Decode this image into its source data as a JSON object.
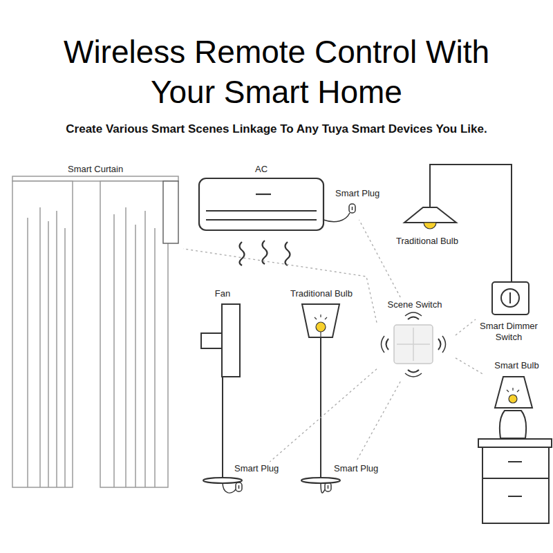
{
  "diagram": {
    "title": "Wireless Remote Control With Your Smart Home",
    "nodes": [
      {
        "text": [
          "Smart Curtain"
        ]
      },
      {
        "text": [
          "AC"
        ]
      },
      {
        "text": [
          "Smart Plug"
        ]
      },
      {
        "text": [
          "Traditional Bulb"
        ]
      },
      {
        "text": [
          "Fan"
        ]
      },
      {
        "text": [
          "Traditional Bulb"
        ]
      },
      {
        "text": [
          "Scene Switch"
        ]
      },
      {
        "text": [
          "Smart Dimmer Switch"
        ]
      },
      {
        "text": [
          "Smart Bulb"
        ]
      },
      {
        "text": [
          "Smart Plug"
        ]
      },
      {
        "text": [
          "Smart Plug"
        ]
      }
    ],
    "edges": [
      {
        "from": 6,
        "to": 0,
        "arrow": "none"
      },
      {
        "from": 6,
        "to": 2,
        "arrow": "none"
      },
      {
        "from": 6,
        "to": 7,
        "arrow": "none"
      },
      {
        "from": 6,
        "to": 8,
        "arrow": "none"
      },
      {
        "from": 6,
        "to": 9,
        "arrow": "none"
      },
      {
        "from": 6,
        "to": 10,
        "arrow": "none"
      }
    ],
    "labels": [
      "Create Various Smart Scenes Linkage To Any Tuya Smart Devices You Like."
    ]
  }
}
